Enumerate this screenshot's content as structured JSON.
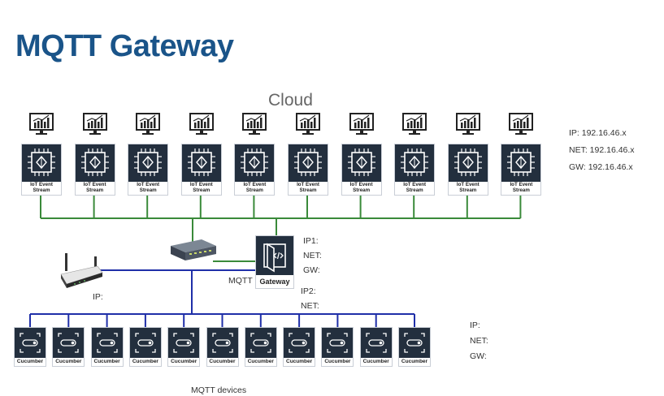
{
  "page_title": "MQTT Gateway",
  "cloud_label": "Cloud",
  "event_stream_caption": [
    "IoT Event",
    "Stream"
  ],
  "event_stream_count": 10,
  "cloud_network_info": {
    "ip": "IP:    192.16.46.x",
    "net": "NET: 192.16.46.x",
    "gw": "GW: 192.16.46.x"
  },
  "gateway": {
    "caption": "Gateway",
    "side_label": "MQTT",
    "ip1": "IP1:",
    "net1": "NET:",
    "gw1": "GW:",
    "ip2": "IP2:",
    "net2": "NET:"
  },
  "router_label": "IP:",
  "device_caption": "Cucumber",
  "device_count": 11,
  "device_network_info": {
    "ip": "IP:",
    "net": "NET:",
    "gw": "GW:"
  },
  "devices_label": "MQTT devices",
  "colors": {
    "title": "#1a5489",
    "cloud_network_line": "#3a8a3a",
    "device_network_line": "#1f2fa8",
    "icon_background": "#232f3e"
  }
}
